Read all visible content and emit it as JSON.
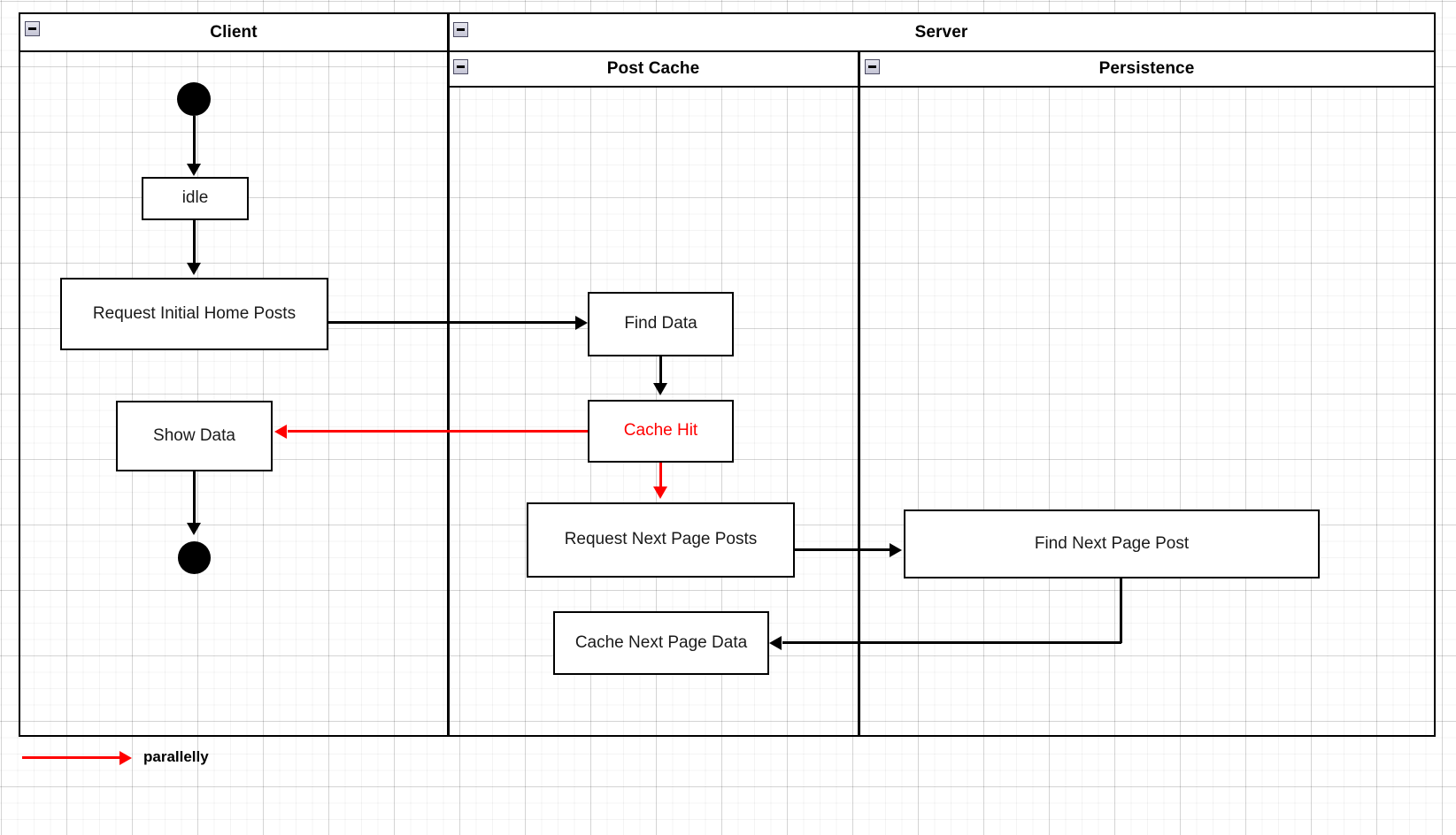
{
  "diagram": {
    "type": "uml-activity-swimlane",
    "lanes": [
      {
        "id": "client",
        "label": "Client"
      },
      {
        "id": "server",
        "label": "Server"
      },
      {
        "id": "post_cache",
        "label": "Post Cache",
        "parent": "server"
      },
      {
        "id": "persistence",
        "label": "Persistence",
        "parent": "server"
      }
    ],
    "collapse_icon": "minus-icon",
    "nodes": [
      {
        "id": "start",
        "lane": "client",
        "kind": "initial-node",
        "label": ""
      },
      {
        "id": "idle",
        "lane": "client",
        "kind": "action",
        "label": "idle"
      },
      {
        "id": "request_initial",
        "lane": "client",
        "kind": "action",
        "label": "Request Initial Home Posts"
      },
      {
        "id": "show_data",
        "lane": "client",
        "kind": "action",
        "label": "Show Data"
      },
      {
        "id": "end",
        "lane": "client",
        "kind": "final-node",
        "label": ""
      },
      {
        "id": "find_data",
        "lane": "post_cache",
        "kind": "action",
        "label": "Find Data"
      },
      {
        "id": "cache_hit",
        "lane": "post_cache",
        "kind": "action",
        "label": "Cache Hit",
        "color": "#ff0000"
      },
      {
        "id": "request_next",
        "lane": "post_cache",
        "kind": "action",
        "label": "Request Next Page Posts"
      },
      {
        "id": "cache_next",
        "lane": "post_cache",
        "kind": "action",
        "label": "Cache Next Page Data"
      },
      {
        "id": "find_next",
        "lane": "persistence",
        "kind": "action",
        "label": "Find Next Page Post"
      }
    ],
    "edges": [
      {
        "from": "start",
        "to": "idle",
        "color": "#000000"
      },
      {
        "from": "idle",
        "to": "request_initial",
        "color": "#000000"
      },
      {
        "from": "request_initial",
        "to": "find_data",
        "color": "#000000"
      },
      {
        "from": "find_data",
        "to": "cache_hit",
        "color": "#000000"
      },
      {
        "from": "cache_hit",
        "to": "show_data",
        "color": "#ff0000"
      },
      {
        "from": "cache_hit",
        "to": "request_next",
        "color": "#ff0000"
      },
      {
        "from": "show_data",
        "to": "end",
        "color": "#000000"
      },
      {
        "from": "request_next",
        "to": "find_next",
        "color": "#000000"
      },
      {
        "from": "find_next",
        "to": "cache_next",
        "color": "#000000"
      }
    ]
  },
  "legend": {
    "arrow_color": "#ff0000",
    "label": "parallelly"
  },
  "colors": {
    "stroke": "#000000",
    "accent_red": "#ff0000",
    "node_fill": "#ffffff",
    "grid": "#d9d9d9"
  }
}
